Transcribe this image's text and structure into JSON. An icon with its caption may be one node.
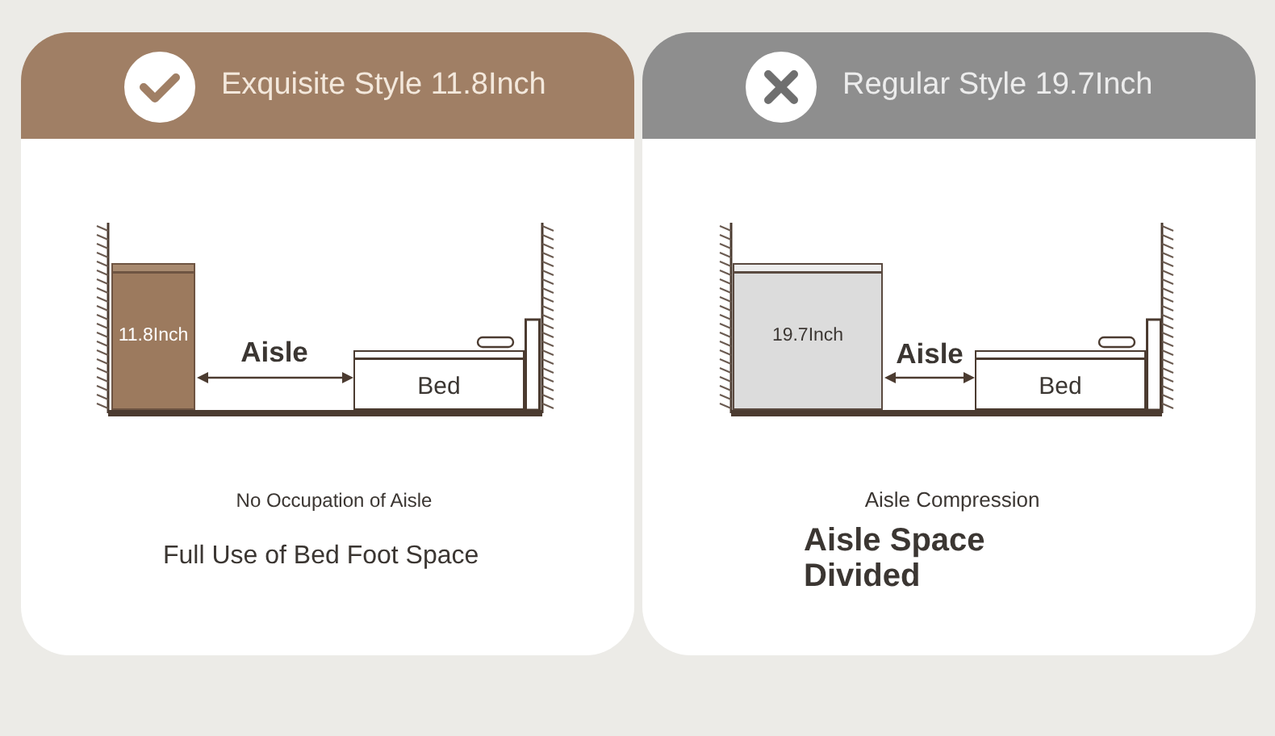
{
  "diagram": {
    "nodes": [
      {
        "text": [
          "Exquisite Style 11.8Inch",
          "No Occupation of Aisle",
          "Full Use of Bed Foot Space"
        ]
      },
      {
        "text": [
          "11.8Inch"
        ],
        "in": 0
      },
      {
        "text": [
          "Bed"
        ],
        "in": 0
      },
      {
        "text": [
          "Regular Style 19.7Inch",
          "Aisle Compression",
          "Aisle Space Divided"
        ]
      },
      {
        "text": [
          "19.7Inch"
        ],
        "in": 3
      },
      {
        "text": [
          "Bed"
        ],
        "in": 3
      }
    ],
    "labels": [
      "Aisle",
      "Aisle"
    ]
  }
}
